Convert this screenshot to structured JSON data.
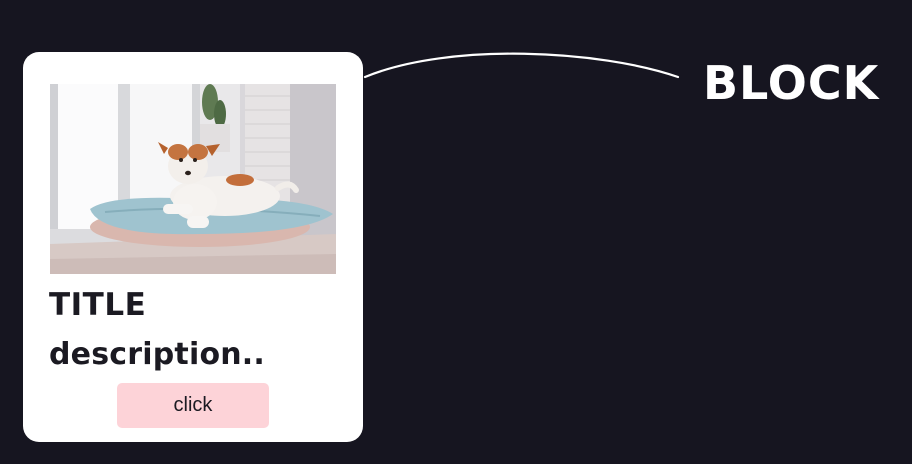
{
  "card": {
    "image": {
      "subject": "jack russell terrier dog lying on a light blue pillow on a windowsill"
    },
    "title": "TITLE",
    "description": "description..",
    "button_label": "click",
    "button_color": "#fdd3d8",
    "background_color": "#ffffff"
  },
  "annotation": {
    "label": "BLOCK",
    "line_color": "#ffffff"
  },
  "page": {
    "background_color": "#161520"
  }
}
